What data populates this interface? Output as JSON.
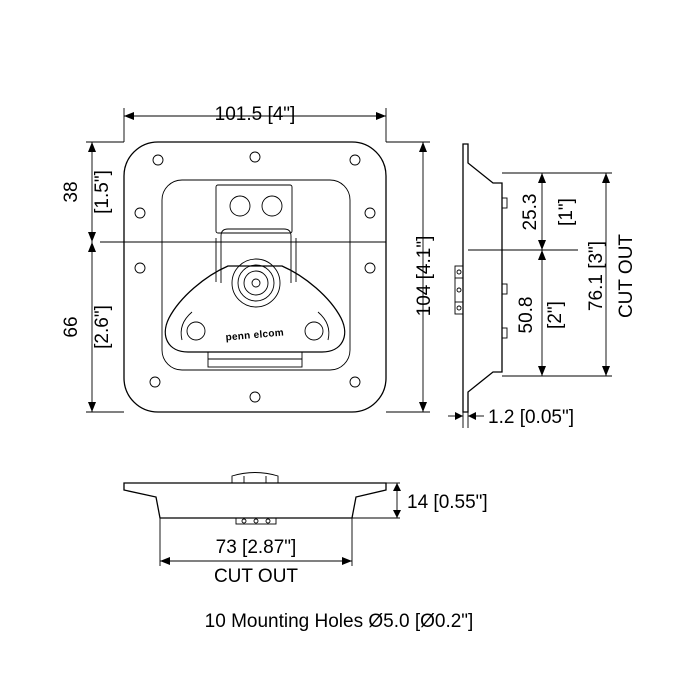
{
  "dimensions": {
    "overall_width": "101.5 [4\"]",
    "top_section_mm": "38",
    "top_section_in": "[1.5\"]",
    "bottom_section_mm": "66",
    "bottom_section_in": "[2.6\"]",
    "overall_height": "104 [4.1\"]",
    "side_upper_mm": "25.3",
    "side_upper_in": "[1\"]",
    "side_lower_mm": "50.8",
    "side_lower_in": "[2\"]",
    "cutout_height": "76.1 [3\"]",
    "cutout_label_side": "CUT OUT",
    "thickness": "1.2 [0.05\"]",
    "depth": "14 [0.55\"]",
    "cutout_width": "73 [2.87\"]",
    "cutout_label_bottom": "CUT OUT"
  },
  "brand_logo": "penn elcom",
  "footer_note": "10 Mounting Holes Ø5.0 [Ø0.2\"]"
}
